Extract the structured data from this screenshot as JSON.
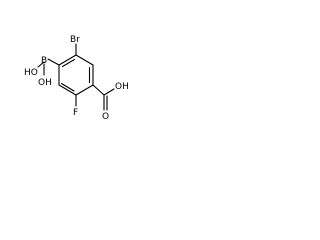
{
  "molecule": {
    "atoms": {
      "bromine": "Br",
      "boron": "B",
      "boron_hydroxyl_upper": "HO",
      "boron_hydroxyl_lower": "OH",
      "fluorine": "F",
      "carbonyl_oxygen": "O",
      "carboxyl_hydroxyl": "OH"
    }
  },
  "colors": {
    "bond": "#000000",
    "label": "#000000",
    "background": "#ffffff"
  }
}
